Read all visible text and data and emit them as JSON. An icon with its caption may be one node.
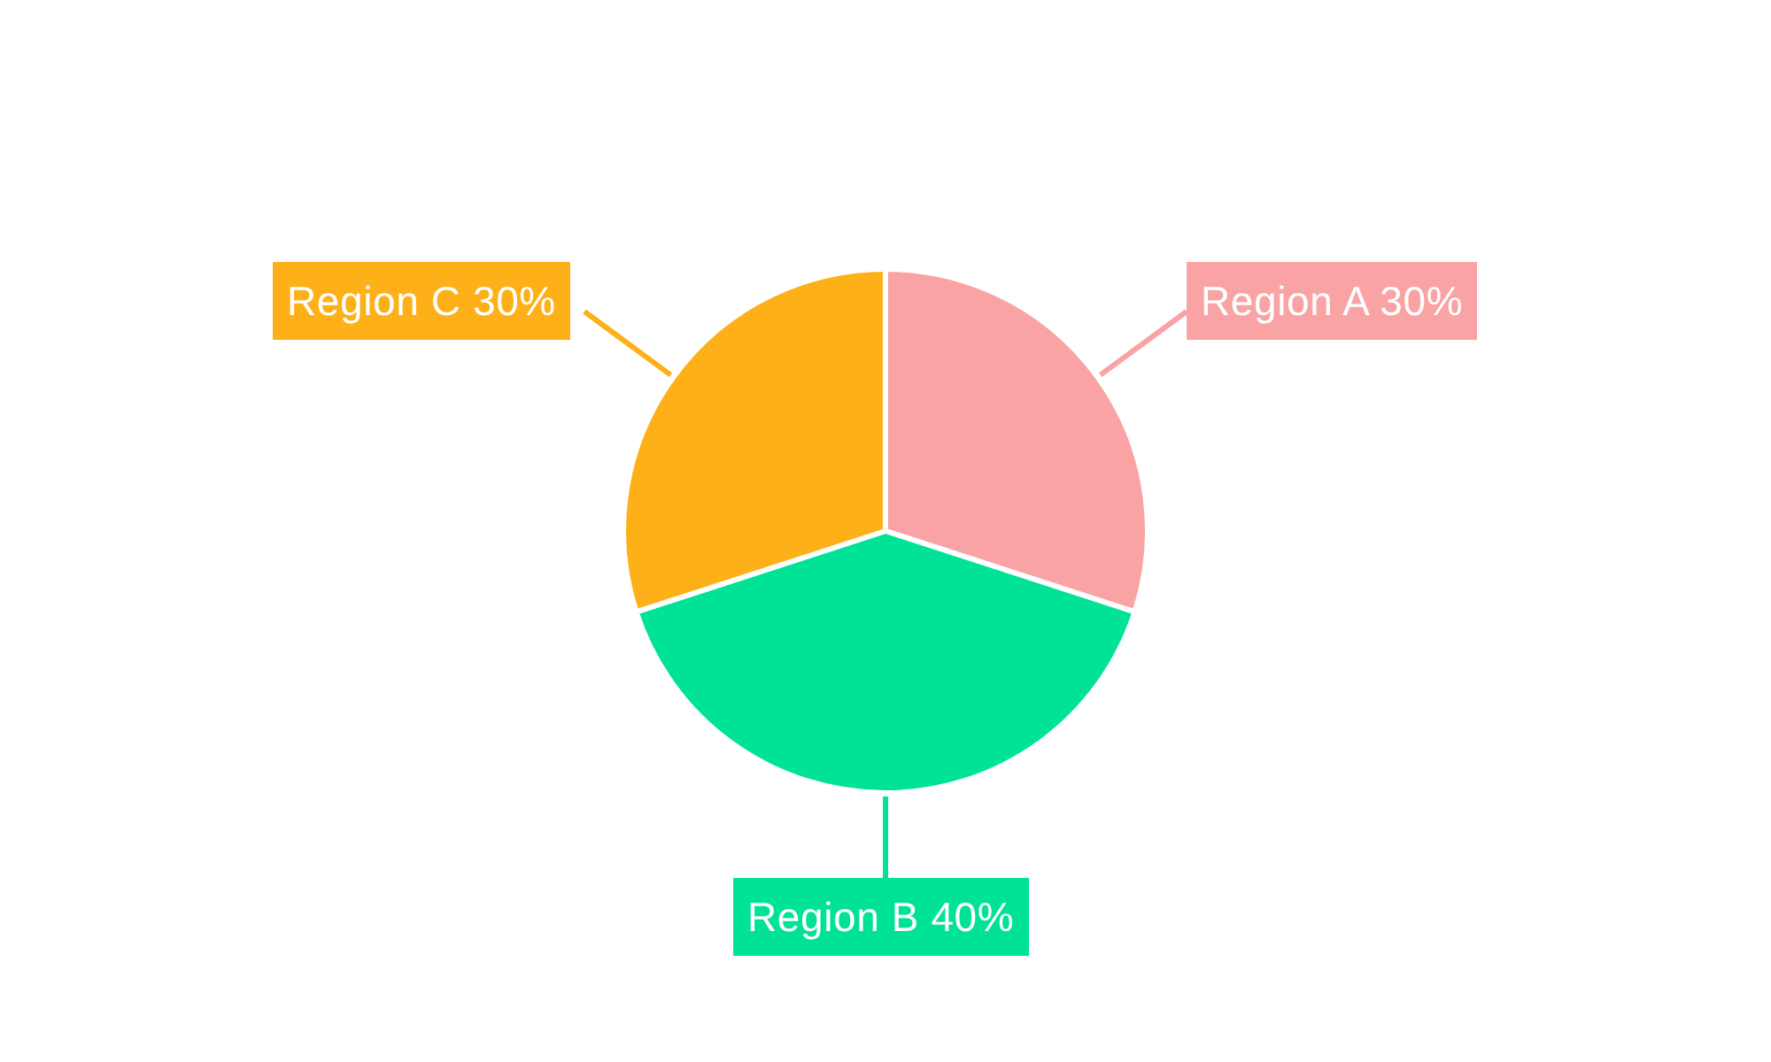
{
  "diagram": {
    "chart_data": {
      "type": "pie",
      "categories": [
        "Region A",
        "Region B",
        "Region C"
      ],
      "series": [
        {
          "values": [
            30,
            40,
            30
          ]
        }
      ],
      "value_labels": [
        "30%",
        "40%",
        "30%"
      ]
    }
  }
}
